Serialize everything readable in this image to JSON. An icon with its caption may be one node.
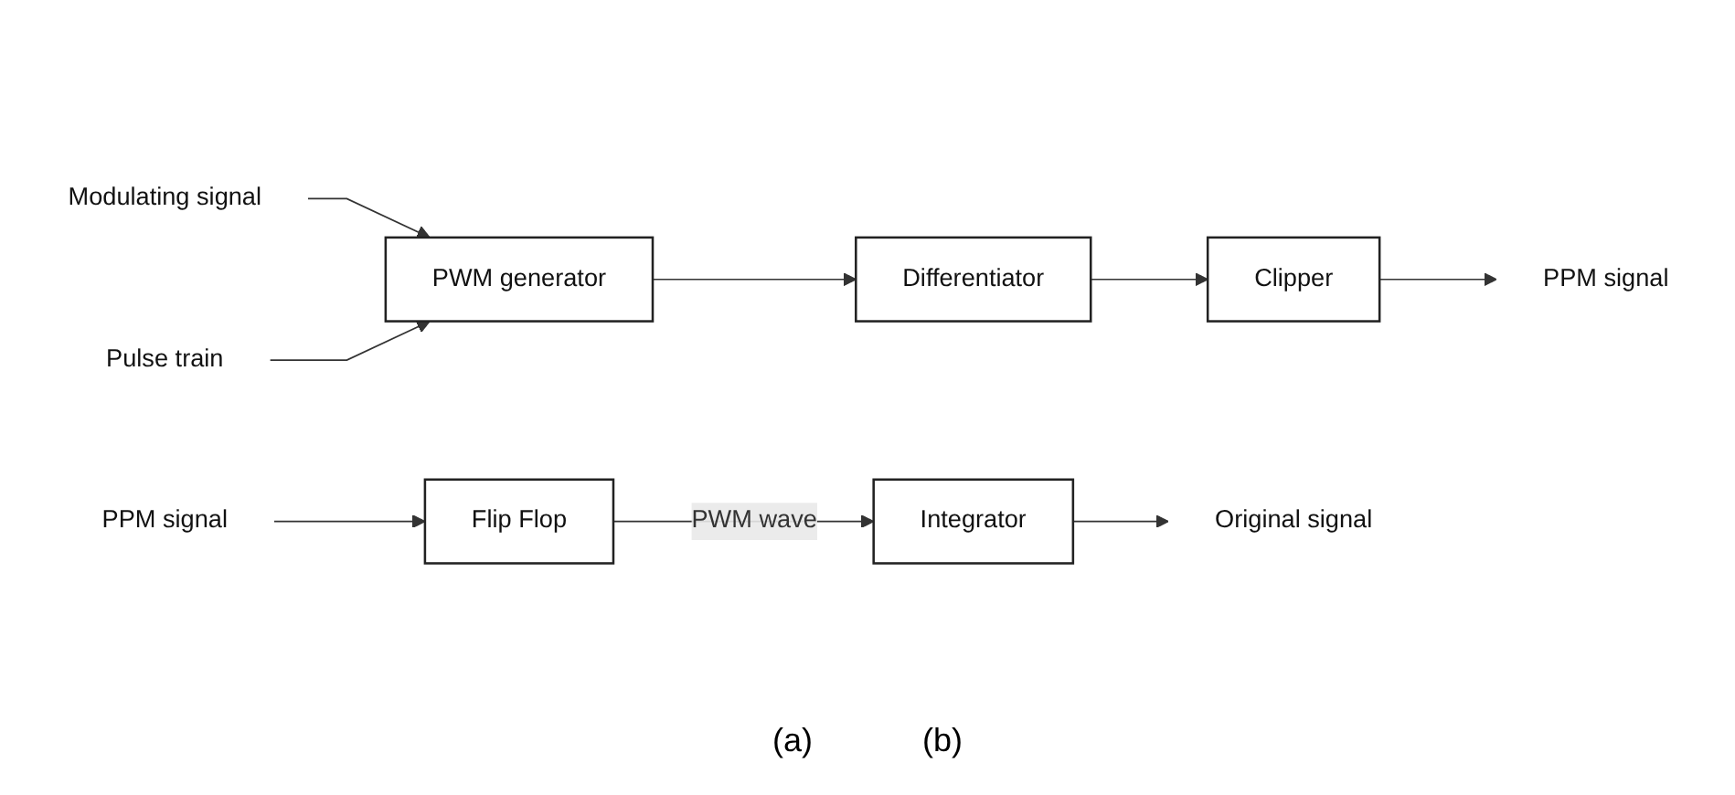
{
  "diagram": {
    "nodes": [
      {
        "text": [
          "Modulating signal"
        ]
      },
      {
        "text": [
          "Pulse train"
        ]
      },
      {
        "text": [
          "PWM generator"
        ]
      },
      {
        "text": [
          "Differentiator"
        ]
      },
      {
        "text": [
          "Clipper"
        ]
      },
      {
        "text": [
          "PPM signal"
        ]
      },
      {
        "text": [
          "PPM signal"
        ]
      },
      {
        "text": [
          "Flip Flop"
        ]
      },
      {
        "text": [
          "Integrator"
        ]
      },
      {
        "text": [
          "Original signal"
        ]
      }
    ],
    "edges": [
      {
        "from": 0,
        "to": 2,
        "arrow": "to"
      },
      {
        "from": 1,
        "to": 2,
        "arrow": "to"
      },
      {
        "from": 2,
        "to": 3,
        "arrow": "to"
      },
      {
        "from": 3,
        "to": 4,
        "arrow": "to"
      },
      {
        "from": 4,
        "to": 5,
        "arrow": "to"
      },
      {
        "from": 6,
        "to": 7,
        "arrow": "to"
      },
      {
        "from": 7,
        "to": 8,
        "label": "PWM wave",
        "arrow": "to"
      },
      {
        "from": 8,
        "to": 9,
        "arrow": "to"
      }
    ],
    "labels": [
      "(a)",
      "(b)"
    ]
  }
}
